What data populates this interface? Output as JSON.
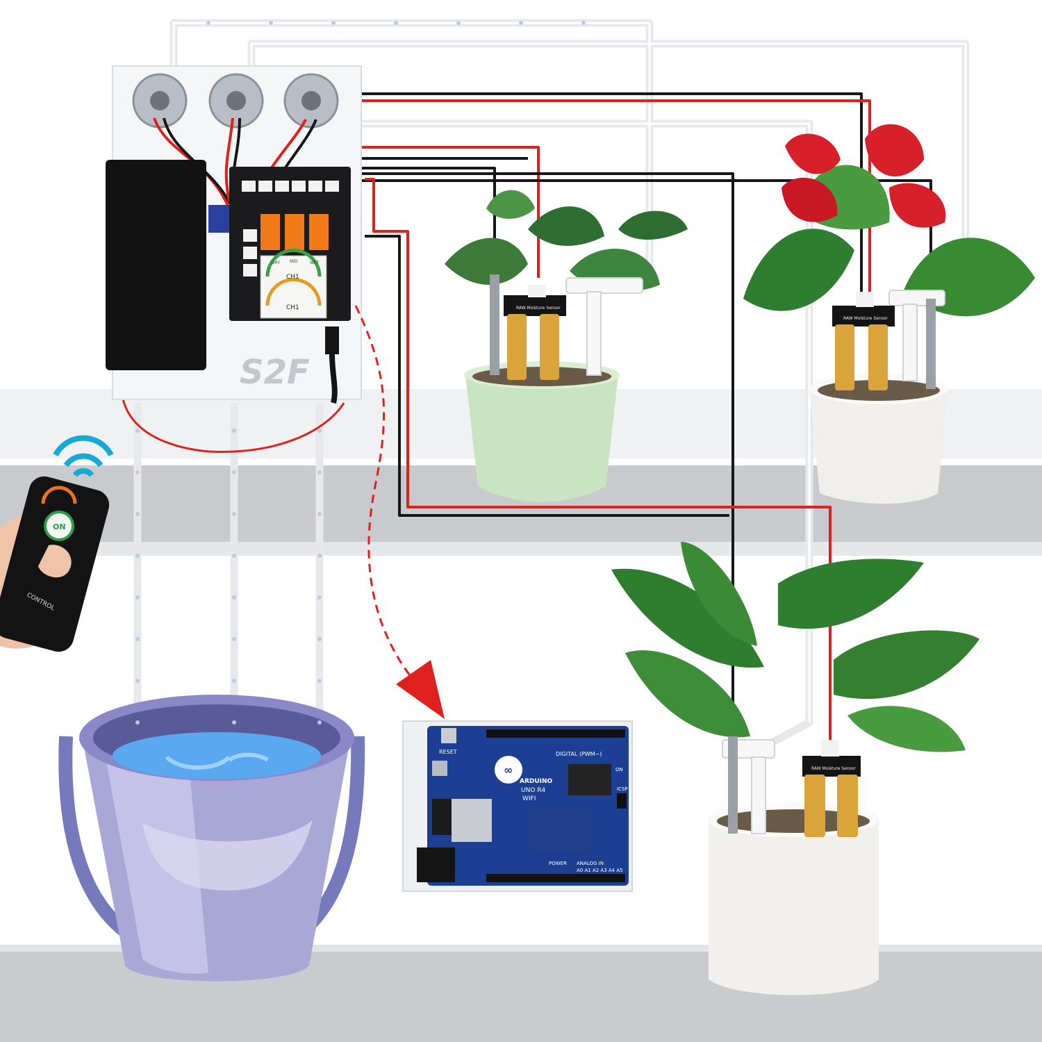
{
  "controller": {
    "brand_logo": "S2F",
    "gauge_top": {
      "channel": "CH1",
      "label_left": "DRY",
      "label_mid": "MID",
      "label_right": "WET"
    },
    "gauge_bottom": {
      "channel": "CH1"
    }
  },
  "remote": {
    "on_label": "ON",
    "control_label": "CONTROL"
  },
  "sensors": {
    "label": "RAW Moisture Sensor"
  },
  "arduino": {
    "reset_label": "RESET",
    "brand": "ARDUINO",
    "model": "UNO R4",
    "wifi": "WIFI",
    "digital_label": "DIGITAL (PWM~)",
    "power_label": "POWER",
    "analog_label": "ANALOG IN",
    "pin_labels": "A0 A1 A2 A3 A4 A5",
    "icsp_label": "ICSP",
    "on_led_label": "ON"
  },
  "colors": {
    "wire_red": "#e0201c",
    "wire_black": "#161616",
    "tube": "#e9ebee",
    "board_blue": "#1c3f94",
    "floor": "#c9cbcf",
    "bucket": "#a9a7d6",
    "water": "#5aa8f0"
  }
}
